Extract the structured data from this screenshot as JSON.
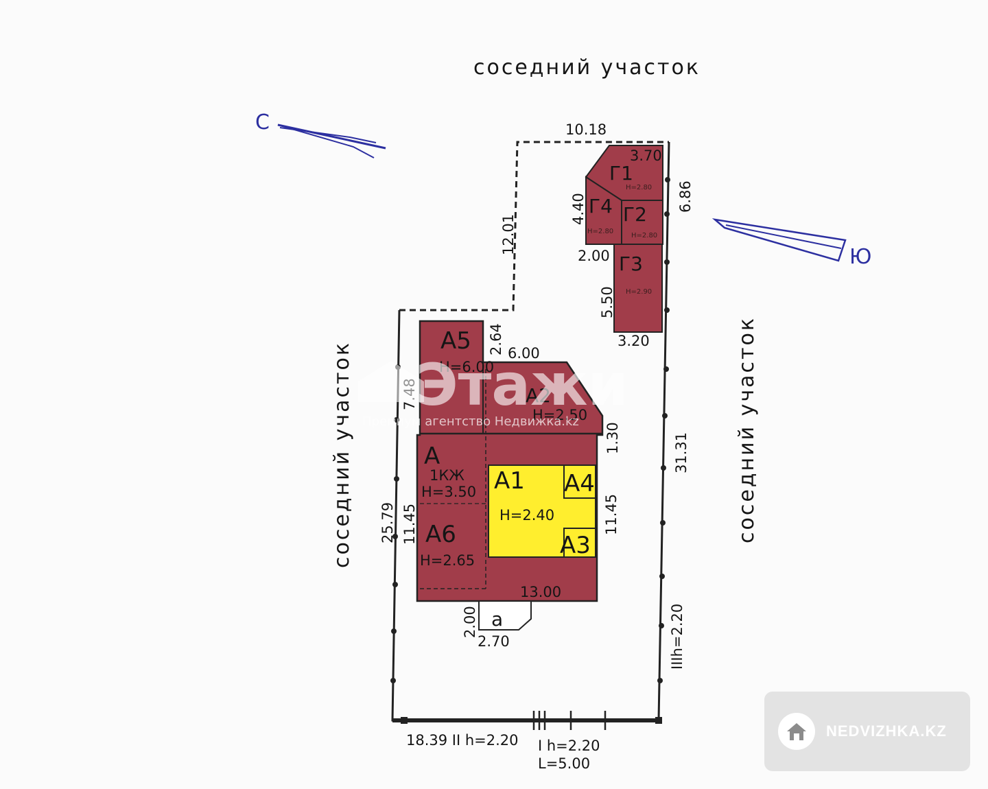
{
  "neighbors": {
    "top": "соседний участок",
    "left": "соседний участок",
    "right": "соседний участок"
  },
  "compass": {
    "north": "С",
    "south": "Ю"
  },
  "boundary_dims": {
    "top": "10.18",
    "left_upper": "12.01",
    "left": "25.79",
    "right_upper": "6.86",
    "right": "31.31",
    "right_lower": "IIIh=2.20",
    "bottom_left": "18.39 II h=2.20",
    "gate_height": "I h=2.20",
    "gate_length": "L=5.00"
  },
  "buildings": {
    "G1": {
      "name": "Г1",
      "height": "H=2.80",
      "dim_top": "3.70"
    },
    "G2": {
      "name": "Г2",
      "height": "H=2.80"
    },
    "G3": {
      "name": "Г3",
      "height": "H=2.90",
      "dim_side": "5.50",
      "dim_bottom": "3.20"
    },
    "G4": {
      "name": "Г4",
      "height": "H=2.80",
      "dim_side": "4.40",
      "dim_bottom": "2.00"
    },
    "A5": {
      "name": "А5",
      "height": "H=6.00",
      "dim_side": "2.64",
      "dim_left": "7.48"
    },
    "A2": {
      "name": "А2",
      "height": "H=2.50",
      "dim_top": "6.00",
      "dim_side": "1.30"
    },
    "A": {
      "name": "А",
      "type": "1КЖ",
      "height": "H=3.50"
    },
    "A1": {
      "name": "А1",
      "height": "H=2.40"
    },
    "A3": {
      "name": "А3"
    },
    "A4": {
      "name": "А4"
    },
    "A6": {
      "name": "А6",
      "height": "H=2.65",
      "dim_left": "11.45"
    },
    "main_dims": {
      "right": "11.45",
      "bottom": "13.00"
    },
    "porch": {
      "name": "а",
      "dim_side": "2.00",
      "dim_bottom": "2.70"
    }
  },
  "watermark": {
    "logo": "Этажи",
    "tagline": "Премиум агентство Недвижка.kz"
  },
  "badge": {
    "text": "NEDVIZHKA.KZ"
  },
  "colors": {
    "building": "#a13d4a",
    "highlight": "#ffee2e",
    "compass": "#2c2fa0"
  }
}
